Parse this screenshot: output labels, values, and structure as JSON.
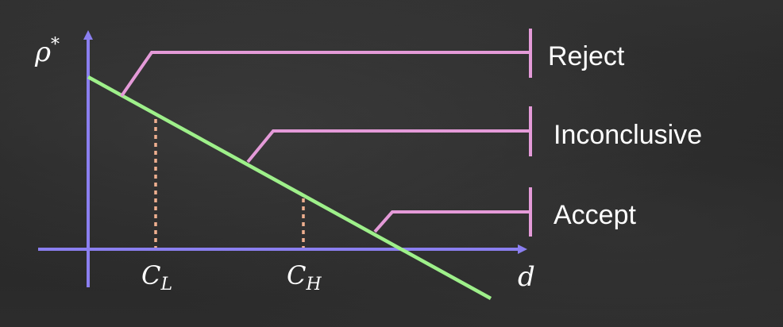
{
  "y_axis_label": "ρ",
  "y_axis_superscript": "*",
  "x_axis_label": "d",
  "thresholds": {
    "low": {
      "base": "C",
      "sub": "L"
    },
    "high": {
      "base": "C",
      "sub": "H"
    }
  },
  "regions": {
    "reject": "Reject",
    "inconclusive": "Inconclusive",
    "accept": "Accept"
  },
  "colors": {
    "axes": "#8b7ff0",
    "decision_line": "#9ef08a",
    "brackets": "#e49ad8",
    "dotted_guides": "#f0b090",
    "text": "#ffffff"
  }
}
